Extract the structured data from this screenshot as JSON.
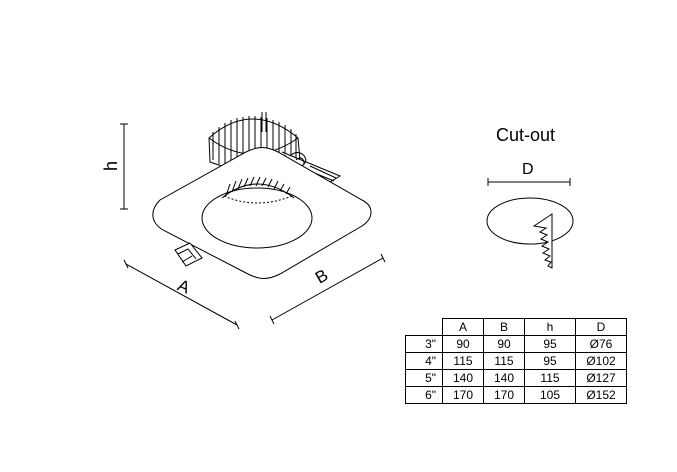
{
  "diagram": {
    "dimension_labels": {
      "height": "h",
      "length_a": "A",
      "length_b": "B"
    },
    "cutout": {
      "title": "Cut-out",
      "diameter_label": "D"
    }
  },
  "table": {
    "headers": [
      "A",
      "B",
      "h",
      "D"
    ],
    "rows": [
      {
        "size": "3\"",
        "values": [
          "90",
          "90",
          "95",
          "Ø76"
        ]
      },
      {
        "size": "4\"",
        "values": [
          "115",
          "115",
          "95",
          "Ø102"
        ]
      },
      {
        "size": "5\"",
        "values": [
          "140",
          "140",
          "115",
          "Ø127"
        ]
      },
      {
        "size": "6\"",
        "values": [
          "170",
          "170",
          "105",
          "Ø152"
        ]
      }
    ]
  }
}
